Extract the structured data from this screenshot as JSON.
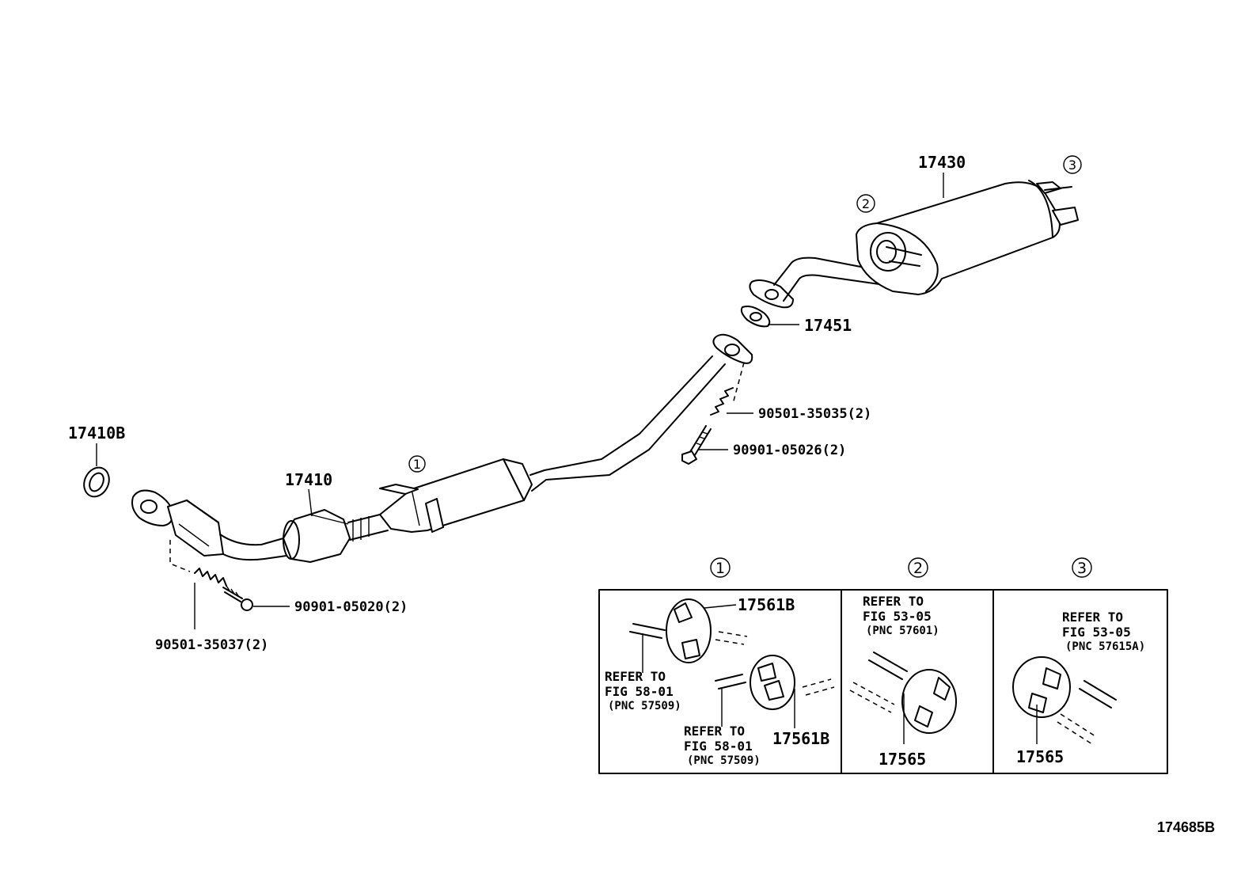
{
  "parts": {
    "gasket_front": "17410B",
    "front_pipe": "17410",
    "tail_pipe": "17430",
    "gasket_rear": "17451",
    "spring_front": "90501-35037(2)",
    "bolt_front": "90901-05020(2)",
    "spring_mid": "90501-35035(2)",
    "bolt_mid": "90901-05026(2)"
  },
  "callouts": {
    "c1": "1",
    "c2": "2",
    "c3": "3"
  },
  "detail_1": {
    "marker": "1",
    "part_top": "17561B",
    "part_bottom": "17561B",
    "ref_a": {
      "line1": "REFER TO",
      "line2": "FIG 58-01",
      "line3": "(PNC 57509)"
    },
    "ref_b": {
      "line1": "REFER TO",
      "line2": "FIG 58-01",
      "line3": "(PNC 57509)"
    }
  },
  "detail_2": {
    "marker": "2",
    "part": "17565",
    "ref": {
      "line1": "REFER TO",
      "line2": "FIG 53-05",
      "line3": "(PNC 57601)"
    }
  },
  "detail_3": {
    "marker": "3",
    "part": "17565",
    "ref": {
      "line1": "REFER TO",
      "line2": "FIG 53-05",
      "line3": "(PNC 57615A)"
    }
  },
  "diagram_code": "174685B"
}
